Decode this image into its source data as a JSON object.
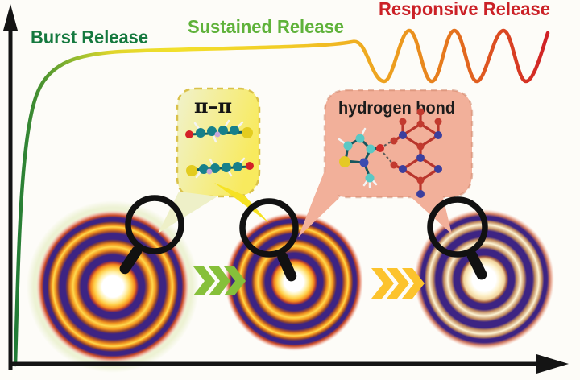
{
  "figure": {
    "description": "Drug release profile schematic with fiber cross-sections",
    "background_color": "#fdfcf8"
  },
  "labels": {
    "burst": {
      "text": "Burst Release",
      "color": "#15793f"
    },
    "sustained": {
      "text": "Sustained Release",
      "color": "#5fb23a"
    },
    "responsive": {
      "text": "Responsive Release",
      "color": "#cb2127"
    }
  },
  "curve": {
    "phases": [
      "burst rise",
      "sustained plateau",
      "responsive oscillation"
    ],
    "gradient_colors": [
      "#207a36",
      "#f2e02c",
      "#ec9a1e",
      "#cf1e26"
    ]
  },
  "callouts": {
    "pi_pi": {
      "label": "π–π",
      "bubble_color": "#f8ea5e",
      "border_color": "#d9c14a"
    },
    "hydrogen_bond": {
      "label": "hydrogen bond",
      "bubble_color": "#f2b09a"
    }
  },
  "disks": {
    "count": 3,
    "ring_purple": "#3d2483",
    "ring_orange": "#f0921e",
    "ring_yellow": "#ffd84d",
    "third_disk_pale": true
  },
  "arrows": {
    "stage1_chevrons": {
      "count": 3,
      "color": "#86c03a"
    },
    "stage2_chevrons": {
      "count": 3,
      "color": "#fcc32d"
    }
  },
  "magnifier": {
    "count": 3,
    "color": "#111111"
  }
}
